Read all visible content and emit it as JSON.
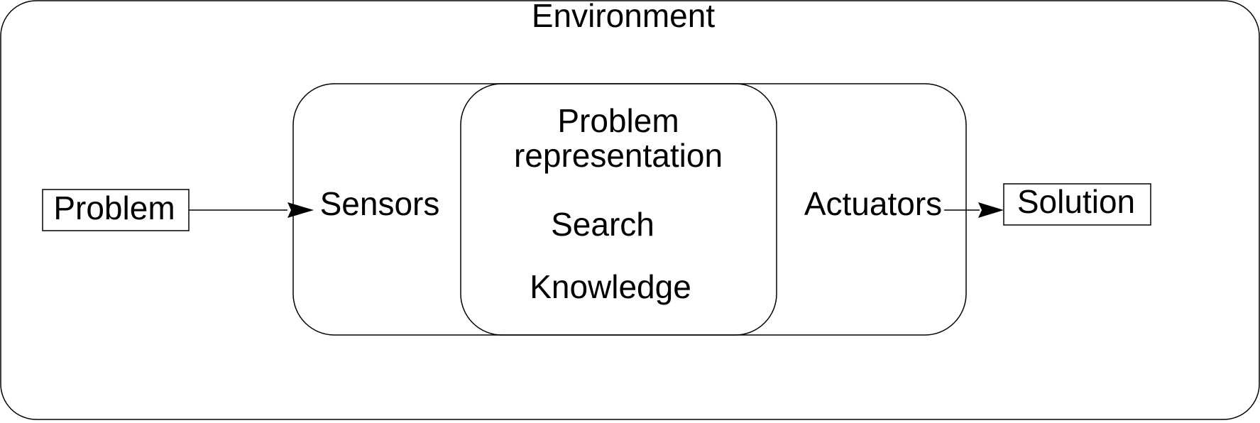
{
  "environment": {
    "title": "Environment"
  },
  "agent": {
    "sensors_label": "Sensors",
    "actuators_label": "Actuators",
    "core": {
      "line1": "Problem",
      "line2": "representation",
      "search_label": "Search",
      "knowledge_label": "Knowledge"
    }
  },
  "input_box": {
    "label": "Problem"
  },
  "output_box": {
    "label": "Solution"
  }
}
